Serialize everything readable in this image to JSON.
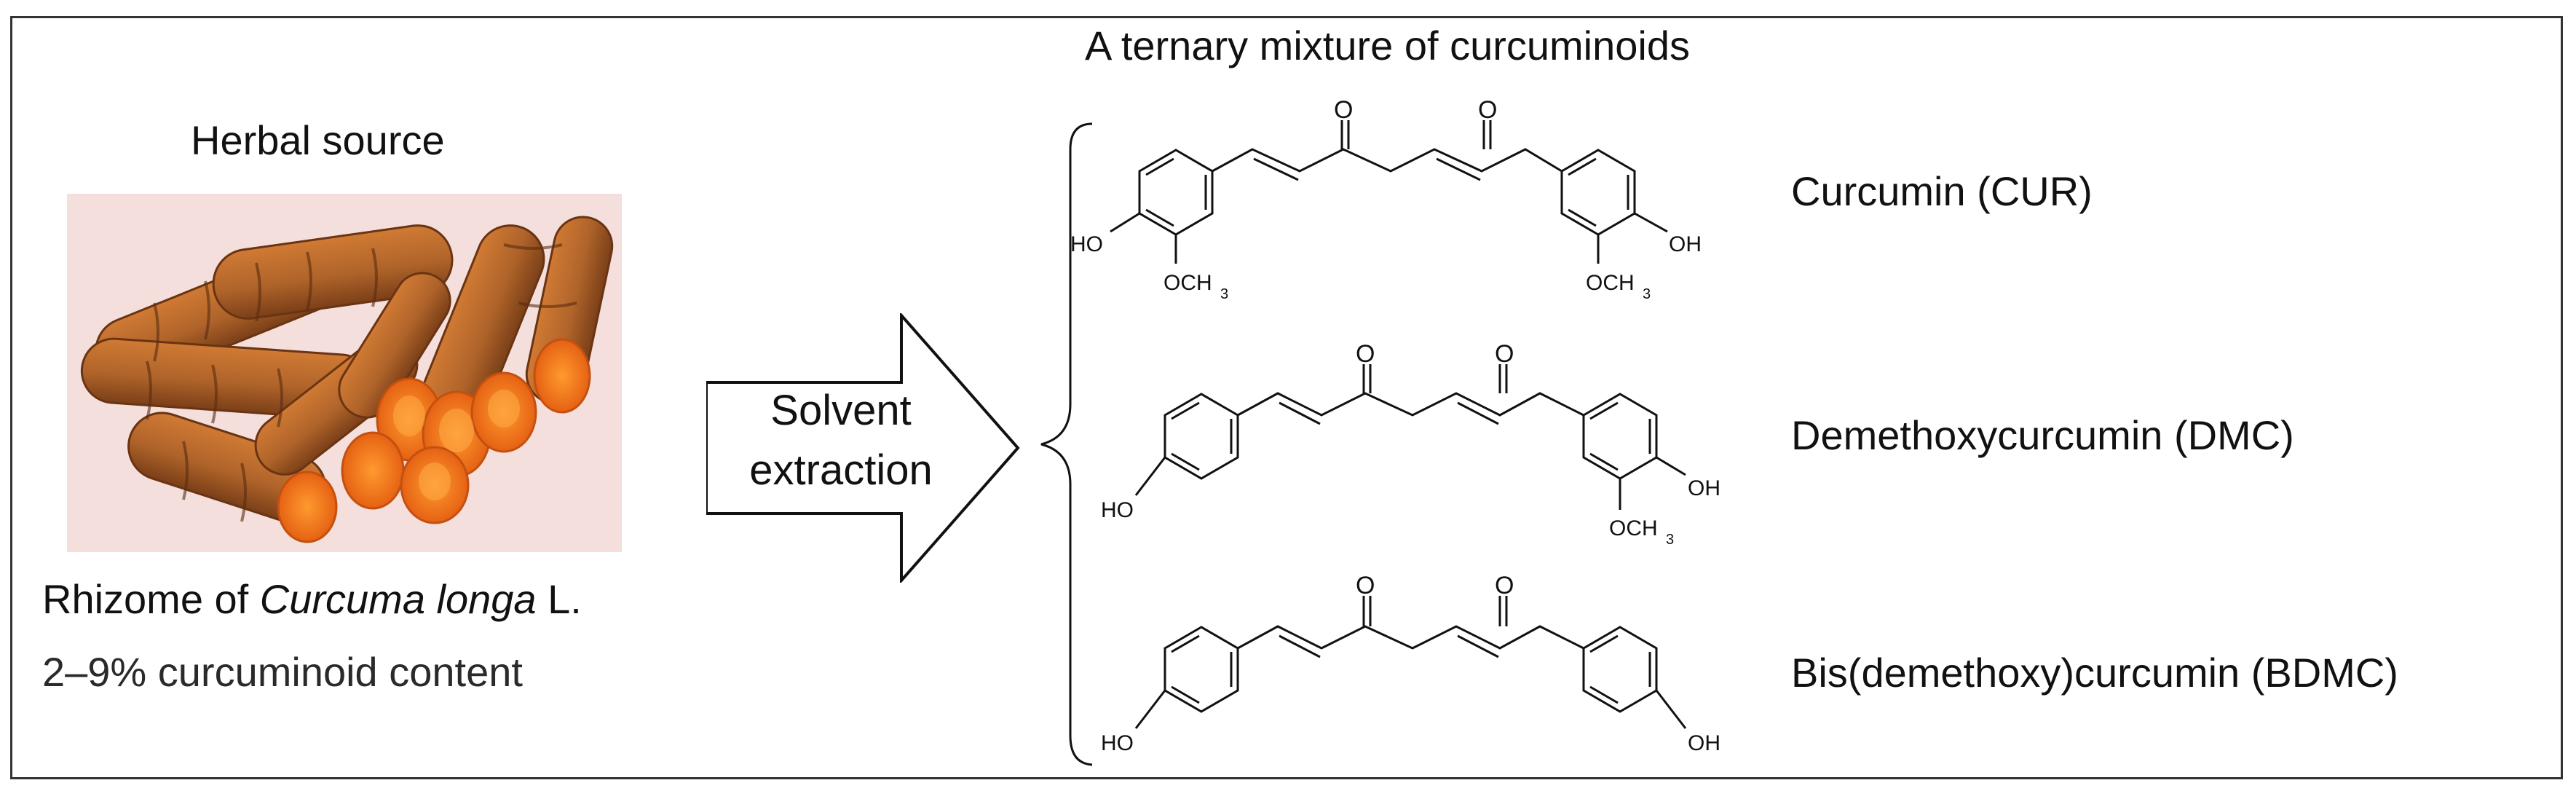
{
  "title": "A ternary mixture of curcuminoids",
  "herbal_label": "Herbal source",
  "rhizome_prefix": "Rhizome of ",
  "rhizome_species": "Curcuma longa",
  "rhizome_suffix": " L.",
  "content_label": "2–9% curcuminoid content",
  "arrow_line1": "Solvent",
  "arrow_line2": "extraction",
  "compounds": [
    {
      "name": "Curcumin (CUR)"
    },
    {
      "name": "Demethoxycurcumin (DMC)"
    },
    {
      "name": "Bis(demethoxy)curcumin (BDMC)"
    }
  ],
  "atoms": {
    "O": "O",
    "HO": "HO",
    "OH": "OH",
    "OCH3_main": "OCH",
    "OCH3_sub": "3"
  },
  "colors": {
    "rhizome_skin": "#b0642a",
    "rhizome_flesh": "#f07a1c",
    "background_photo": "#f4dfdc"
  }
}
